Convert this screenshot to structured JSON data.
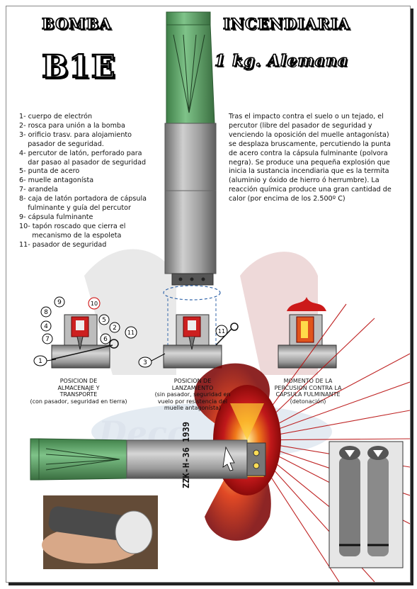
{
  "title_left": "BOMBA",
  "title_right": "INCENDIARIA",
  "model": "B1E",
  "subtitle": "1 kg. Alemana",
  "legend": [
    "1- cuerpo de electrón",
    "2- rosca para unión a la bomba",
    "3- orificio trasv. para alojamiento",
    "    pasador de seguridad.",
    "4- percutor de latón, perforado para",
    "    dar pasao al pasador de seguridad",
    "5- punta de acero",
    "6- muelle antagonísta",
    "7- arandela",
    "8- caja de latón portadora de cápsula",
    "    fulminante y guía del percutor",
    "9- cápsula fulminante",
    "10- tapón roscado que cierra el",
    "      mecanismo de la espoleta",
    "11- pasador de seguridad"
  ],
  "description": "Tras el impacto contra el suelo o un tejado, el percutor (libre del pasador de seguridad y venciendo la oposición del muelle antagonísta) se desplaza bruscamente, percutiendo la punta de acero contra la cápsula fulminante (polvora negra). Se produce una pequeña explosión que inicia la sustancia incendiaria que es la termita (aluminio y óxido de hierro ó herrumbre). La reacción química produce una gran cantidad de calor (por encima de los 2.500º C)",
  "callouts": [
    "1",
    "2",
    "3",
    "4",
    "5",
    "6",
    "7",
    "8",
    "9",
    "10",
    "11"
  ],
  "captions": {
    "storage_title": "POSICION DE ALMACENAJE Y TRANSPORTE",
    "storage_note": "(con pasador, seguridad en tierra)",
    "launch_title": "POSICION DE LANZAMIENTO",
    "launch_note": "(sin pasador, seguridad en vuelo por resistencia del muelle antagonísta)",
    "impact_title": "MOMENTO DE LA PERCUSION CONTRA LA CAPSULA FULMINANTE",
    "impact_note": "(detonación)"
  },
  "bomb_marking": "ZZK-H-36 1939",
  "watermark": "Deco",
  "colors": {
    "green": "#5b9e62",
    "steel": "#9a9a9a",
    "red": "#c41818",
    "text": "#111111"
  }
}
